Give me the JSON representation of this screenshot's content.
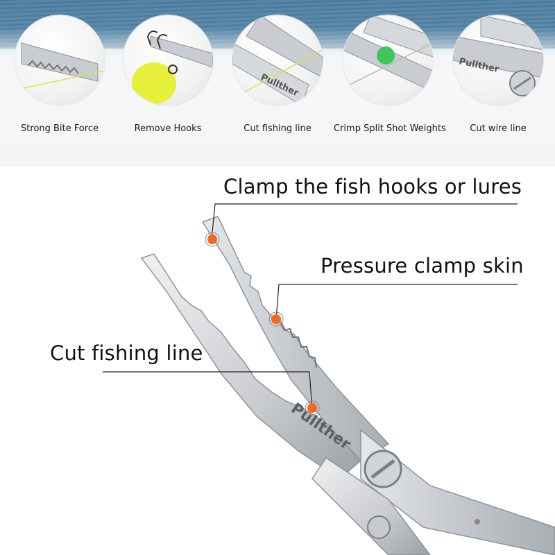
{
  "features": [
    {
      "label": "Strong Bite Force",
      "icon": "plier-jaw-teeth-icon"
    },
    {
      "label": "Remove Hooks",
      "icon": "hook-lure-icon"
    },
    {
      "label": "Cut fishing line",
      "icon": "line-cutter-icon"
    },
    {
      "label": "Crimp Split Shot Weights",
      "icon": "split-shot-icon"
    },
    {
      "label": "Cut wire line",
      "icon": "wire-cutter-icon"
    }
  ],
  "callouts": {
    "clamp": "Clamp the fish hooks or lures",
    "pressure": "Pressure clamp skin",
    "cut": "Cut fishing line"
  },
  "brand": "Pullther",
  "colors": {
    "marker": "#f26a1b",
    "steel": "#c9ccd0",
    "steel_dark": "#8e9398",
    "line": "#222222",
    "lure": "#e6f03a"
  }
}
